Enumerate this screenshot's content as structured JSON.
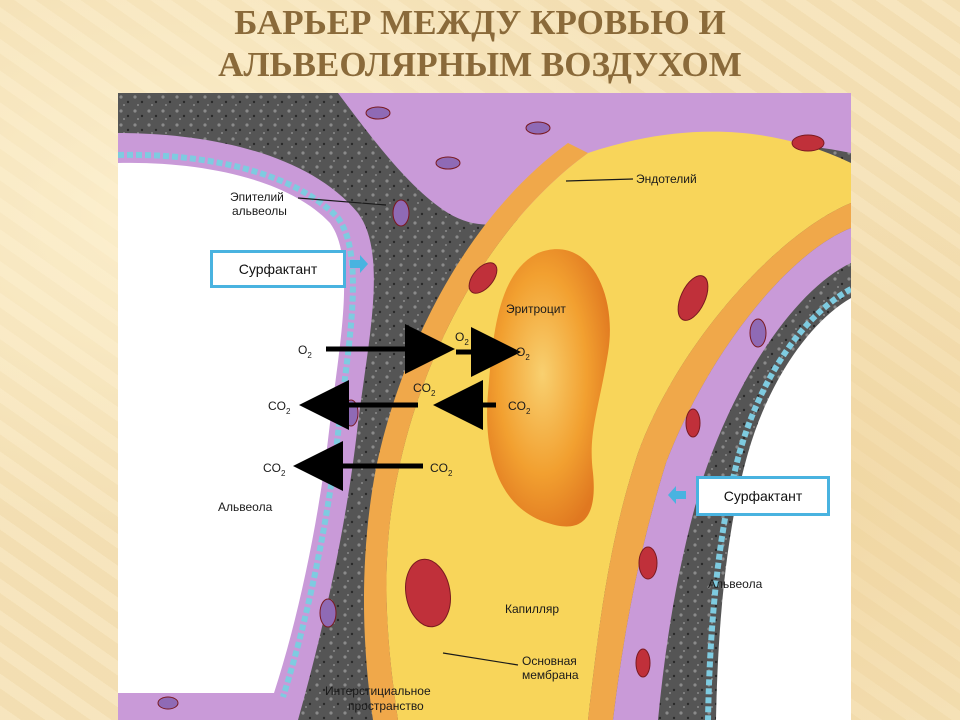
{
  "title": {
    "line1": "БАРЬЕР МЕЖДУ КРОВЬЮ И",
    "line2": "АЛЬВЕОЛЯРНЫМ ВОЗДУХОМ"
  },
  "labels": {
    "epithelium_line1": "Эпителий",
    "epithelium_line2": "альвеолы",
    "endothelium": "Эндотелий",
    "erythrocyte": "Эритроцит",
    "alveola_left": "Альвеола",
    "alveola_right": "Альвеола",
    "capillary": "Капилляр",
    "membrane_line1": "Основная",
    "membrane_line2": "мембрана",
    "interstitial_line1": "Интерстициальное",
    "interstitial_line2": "пространство",
    "surfactant_left": "Сурфактант",
    "surfactant_right": "Сурфактант"
  },
  "gases": {
    "o2_left": "O",
    "o2_mid": "O",
    "o2_right": "O",
    "o2_sub": "2",
    "co2_row1_left": "CO",
    "co2_row1_mid": "CO",
    "co2_row1_right": "CO",
    "co2_row2_left": "CO",
    "co2_row2_right": "CO",
    "co2_sub": "2"
  },
  "colors": {
    "title": "#8a6a3a",
    "epithelium": "#c99ad8",
    "interstitium": "#4a4a4a",
    "plasma": "#f8d55a",
    "endothelium": "#f0a84a",
    "erythrocyte": "#f2a030",
    "nucleus": "#c0303a",
    "surfactant_layer": "#7ecbe0",
    "box_border": "#49b3e0"
  }
}
